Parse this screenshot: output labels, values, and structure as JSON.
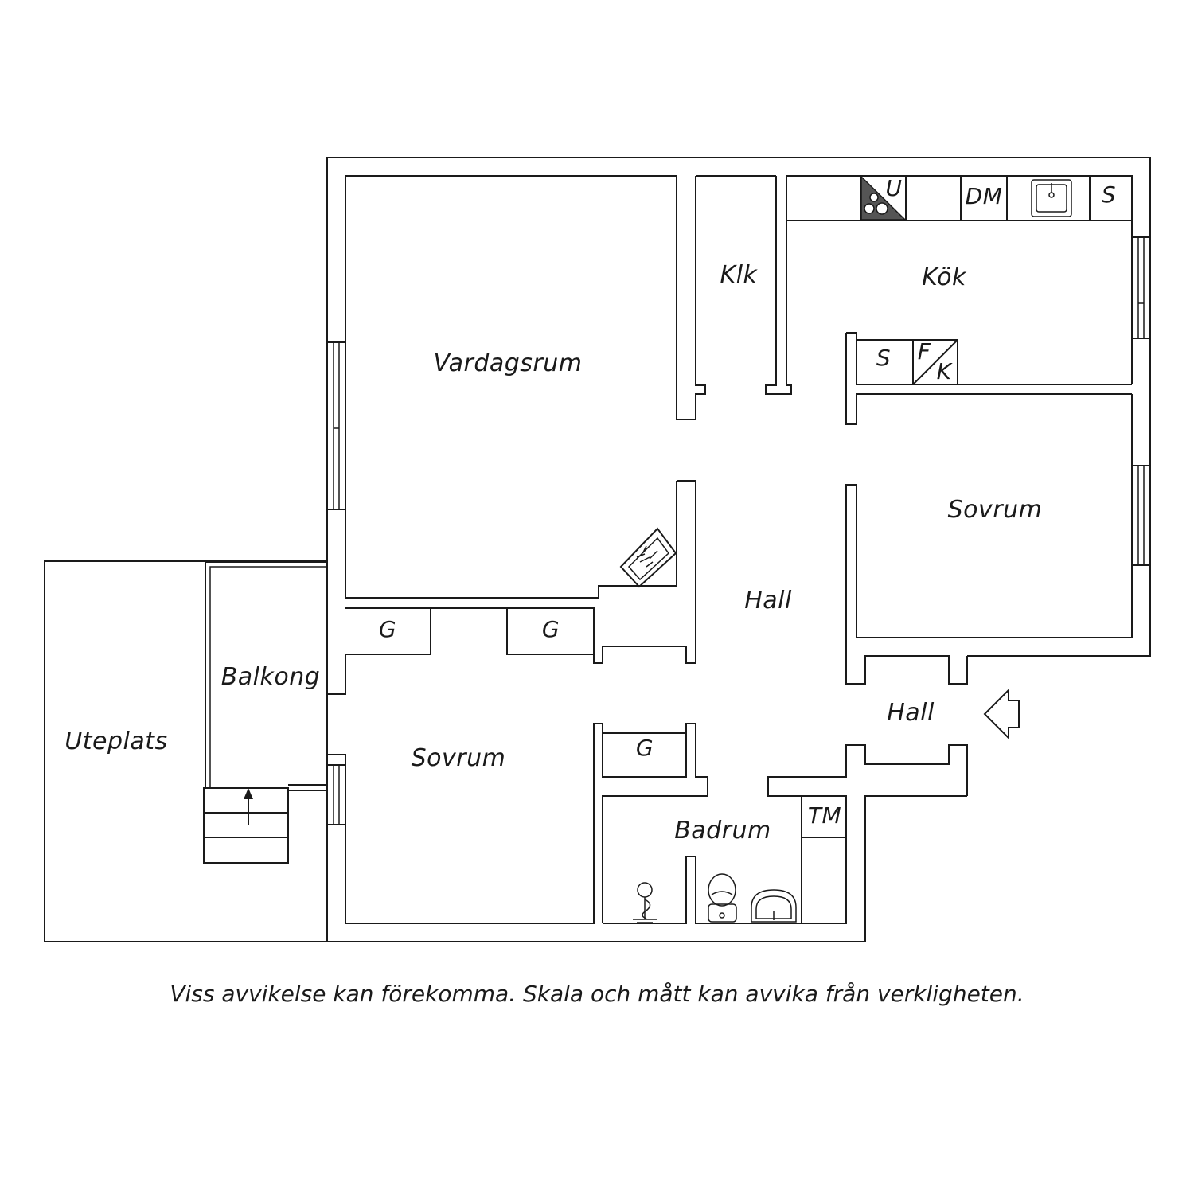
{
  "rooms": {
    "vardagsrum": "Vardagsrum",
    "klk": "Klk",
    "kok": "Kök",
    "sovrum_right": "Sovrum",
    "hall_center": "Hall",
    "hall_entry": "Hall",
    "balkong": "Balkong",
    "uteplats": "Uteplats",
    "sovrum_left": "Sovrum",
    "badrum": "Badrum"
  },
  "fixtures": {
    "kitchen_u": "U",
    "kitchen_dm": "DM",
    "kitchen_s_top": "S",
    "kitchen_s_island": "S",
    "kitchen_f": "F",
    "kitchen_k": "K",
    "wardrobe_1": "G",
    "wardrobe_2": "G",
    "wardrobe_3": "G",
    "washing_machine": "TM"
  },
  "icons": {
    "stove": "stove-icon",
    "sink": "kitchen-sink-icon",
    "fireplace": "fireplace-icon",
    "toilet": "toilet-icon",
    "washbasin": "washbasin-icon",
    "shower": "shower-icon",
    "entrance_arrow": "entrance-arrow-icon",
    "stair_arrow": "stair-arrow-icon"
  },
  "disclaimer": "Viss avvikelse kan förekomma. Skala och mått kan avvika från verkligheten.",
  "colors": {
    "line": "#1a1a1a",
    "background": "#ffffff",
    "stove_fill": "#555555"
  }
}
